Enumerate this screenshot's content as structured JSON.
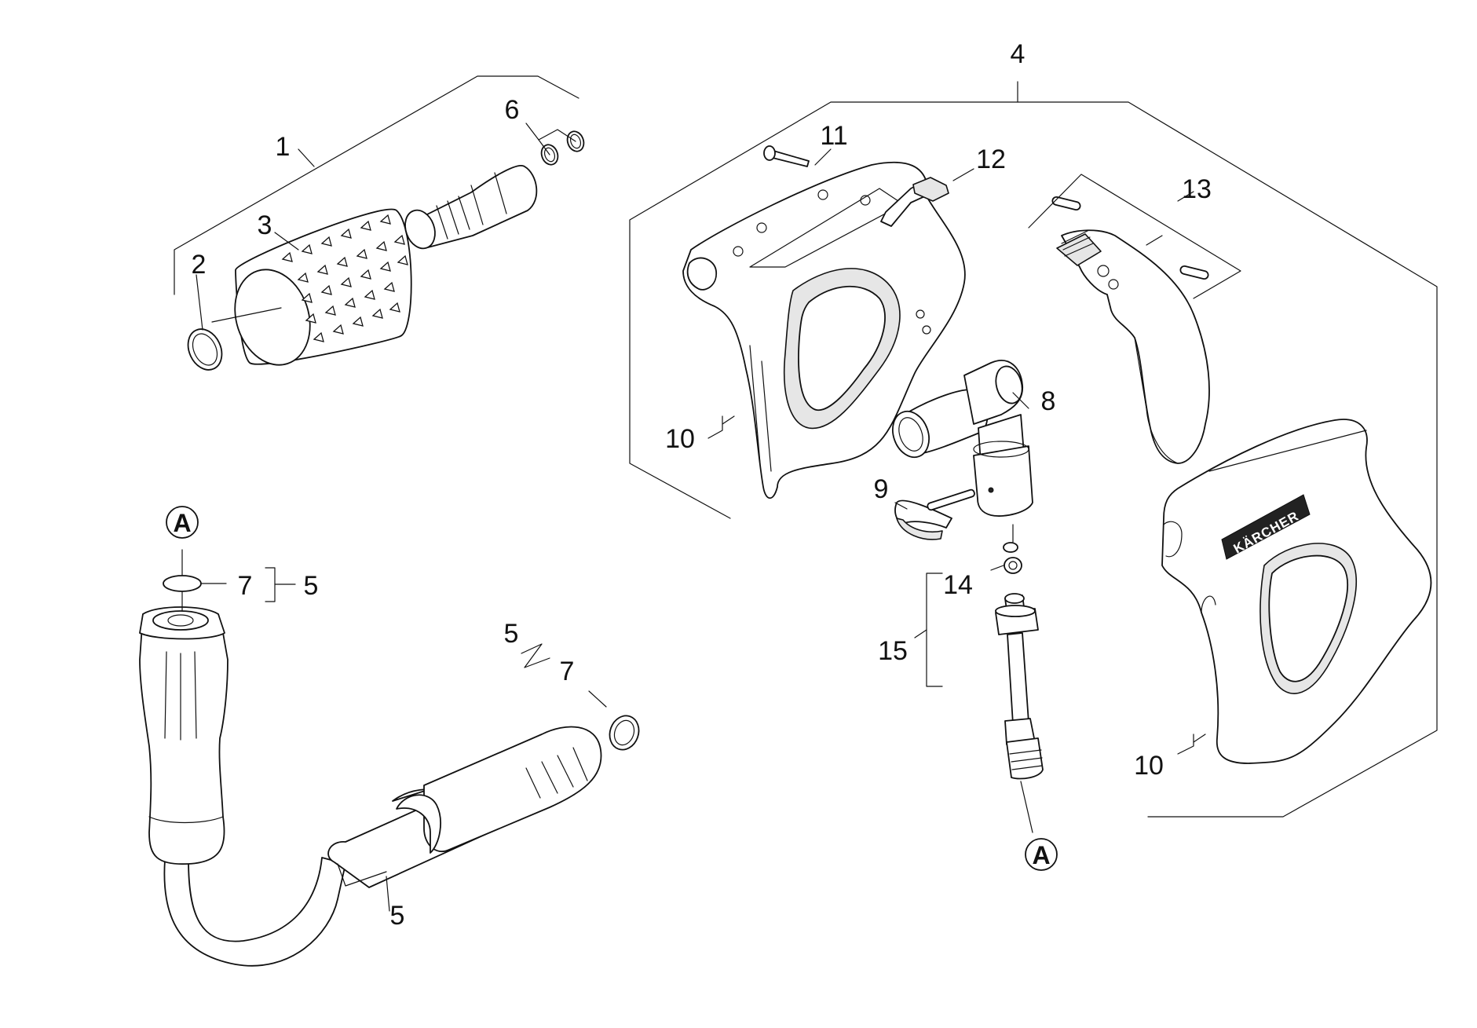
{
  "callouts": {
    "c1": "1",
    "c2": "2",
    "c3": "3",
    "c4": "4",
    "c5a": "5",
    "c5b": "5",
    "c5c": "5",
    "c6": "6",
    "c7a": "7",
    "c7b": "7",
    "c8": "8",
    "c9": "9",
    "c10a": "10",
    "c10b": "10",
    "c11": "11",
    "c12": "12",
    "c13": "13",
    "c14": "14",
    "c15": "15"
  },
  "markers": {
    "top": "A",
    "bottom": "A"
  },
  "brand_text": "KÄRCHER"
}
